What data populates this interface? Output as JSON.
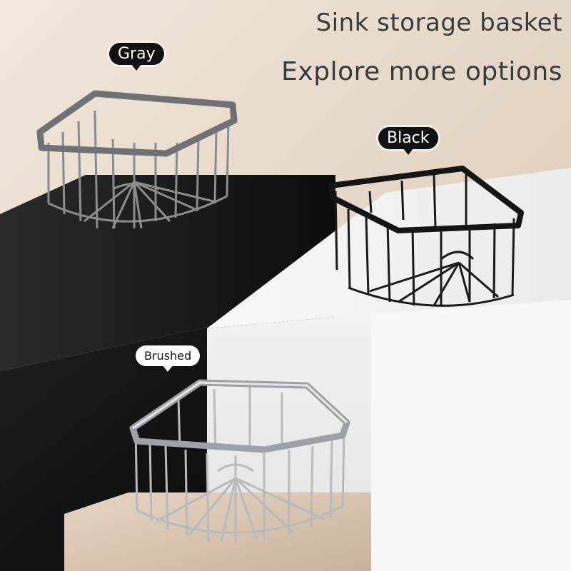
{
  "header": {
    "title": "Sink storage basket",
    "subtitle": "Explore more options"
  },
  "variants": [
    {
      "label": "Gray",
      "color": "#7a7c80"
    },
    {
      "label": "Black",
      "color": "#1a1a1a"
    },
    {
      "label": "Brushed",
      "color": "#c9cbce"
    }
  ],
  "colors": {
    "background": "#e9dccc",
    "black_block": "#141414",
    "white_block": "#f4f4f4",
    "beige_block": "#d8c4b0",
    "text": "#3a3a3a"
  }
}
